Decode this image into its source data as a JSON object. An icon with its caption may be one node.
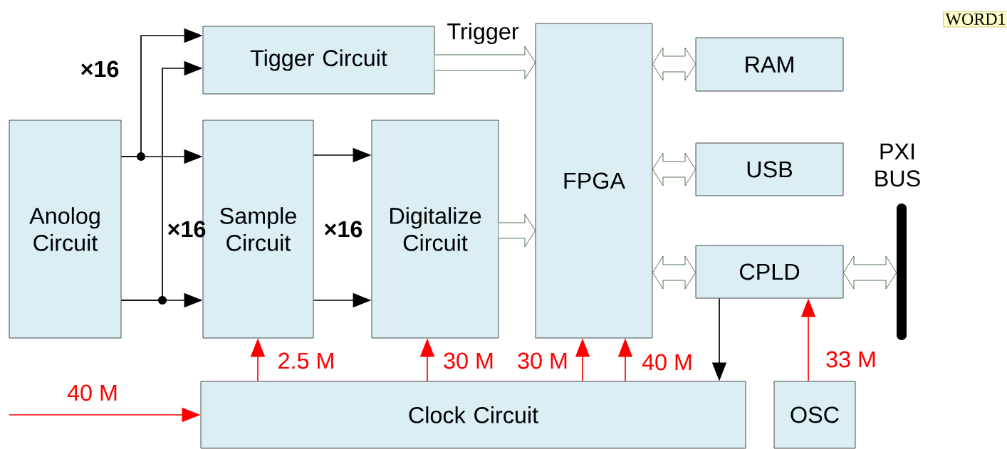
{
  "diagram": {
    "nodes": [
      {
        "text": [
          "Tigger Circuit"
        ]
      },
      {
        "text": [
          "Anolog Circuit"
        ]
      },
      {
        "text": [
          "Sample Circuit"
        ]
      },
      {
        "text": [
          "Digitalize Circuit"
        ]
      },
      {
        "text": [
          "FPGA"
        ]
      },
      {
        "text": [
          "RAM"
        ]
      },
      {
        "text": [
          "USB"
        ]
      },
      {
        "text": [
          "CPLD"
        ]
      },
      {
        "text": [
          "Clock Circuit"
        ]
      },
      {
        "text": [
          "OSC"
        ]
      },
      {
        "text": [
          "PXI BUS"
        ]
      },
      {
        "text": [
          "WORD1"
        ]
      }
    ],
    "edges": [
      {
        "from": 1,
        "to": 0,
        "arrow": "to",
        "color": "#000000"
      },
      {
        "from": 1,
        "to": 0,
        "arrow": "to",
        "color": "#000000"
      },
      {
        "from": 1,
        "to": 2,
        "arrow": "to",
        "color": "#000000"
      },
      {
        "from": 1,
        "to": 2,
        "arrow": "to",
        "color": "#000000"
      },
      {
        "from": 2,
        "to": 3,
        "arrow": "to",
        "color": "#000000"
      },
      {
        "from": 2,
        "to": 3,
        "arrow": "to",
        "color": "#000000"
      },
      {
        "from": 0,
        "to": 4,
        "arrow": "to",
        "label": "Trigger",
        "style": "thick",
        "color": "#2e5a2e"
      },
      {
        "from": 3,
        "to": 4,
        "arrow": "to",
        "style": "thick",
        "color": "#2e5a2e"
      },
      {
        "from": 4,
        "to": 5,
        "arrow": "both",
        "style": "thick",
        "color": "#2e5a2e"
      },
      {
        "from": 4,
        "to": 6,
        "arrow": "both",
        "style": "thick",
        "color": "#2e5a2e"
      },
      {
        "from": 4,
        "to": 7,
        "arrow": "both",
        "style": "thick",
        "color": "#2e5a2e"
      },
      {
        "from": 7,
        "to": 10,
        "arrow": "both",
        "style": "thick",
        "color": "#2e5a2e"
      },
      {
        "from": 7,
        "to": 8,
        "arrow": "to",
        "color": "#000000"
      },
      {
        "from": 9,
        "to": 7,
        "arrow": "to",
        "label": "33 M",
        "color": "#ff0000"
      },
      {
        "from": 8,
        "to": 2,
        "arrow": "to",
        "label": "2.5 M",
        "color": "#ff0000"
      },
      {
        "from": 8,
        "to": 3,
        "arrow": "to",
        "label": "30 M",
        "color": "#ff0000"
      },
      {
        "from": 8,
        "to": 4,
        "arrow": "to",
        "label": "30 M",
        "color": "#ff0000"
      },
      {
        "from": 8,
        "to": 4,
        "arrow": "to",
        "label": "40 M",
        "color": "#ff0000"
      },
      {
        "from": null,
        "to": 8,
        "arrow": "to",
        "label": "40 M",
        "color": "#ff0000"
      }
    ],
    "labels": [
      "×16",
      "×16",
      "×16"
    ]
  }
}
